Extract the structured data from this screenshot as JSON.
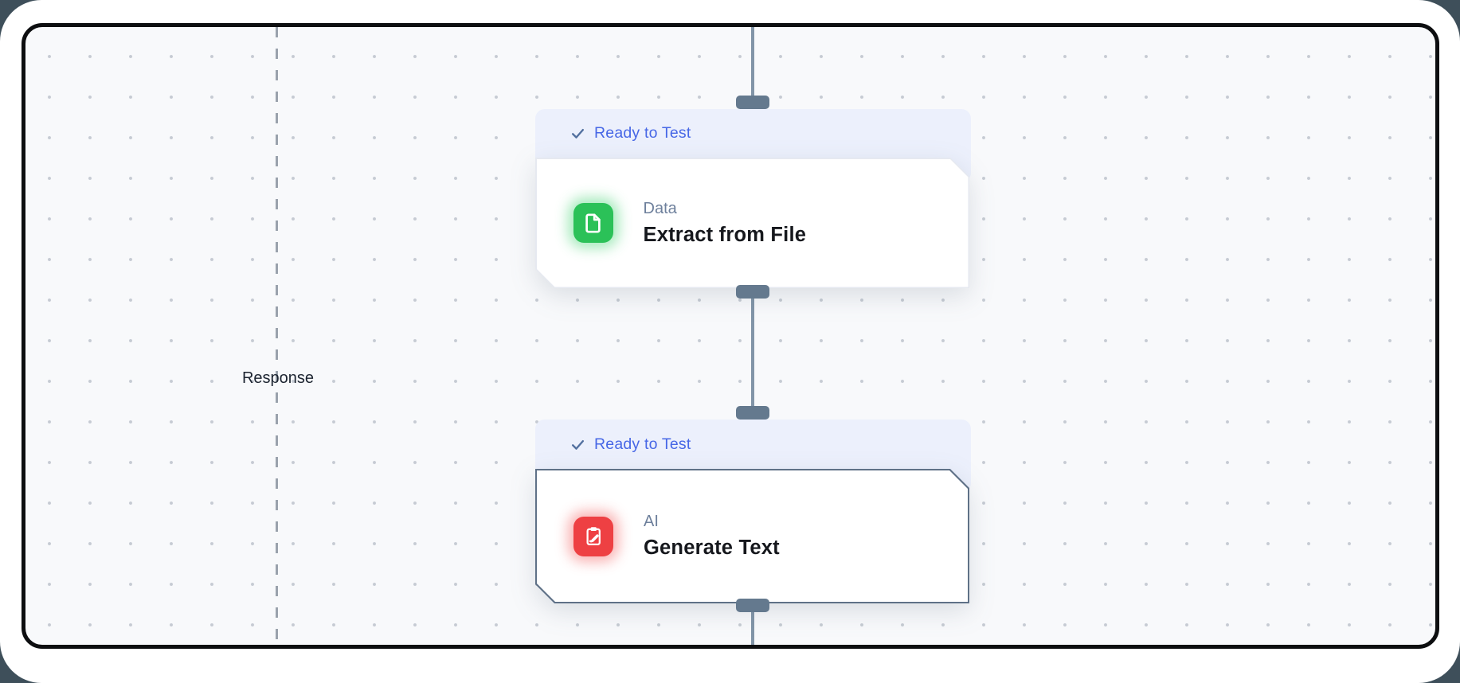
{
  "window": {
    "outer_background": "#3e4f5a",
    "page_background": "#ffffff",
    "frame_border_color": "#0d0e10"
  },
  "canvas": {
    "background": "#f8f9fb",
    "dot_color": "#c6cbd3",
    "divider_label": "Response",
    "divider_line_color": "#9aa2ac"
  },
  "connectors": {
    "line_color": "#8295a8",
    "handle_color": "#64798e"
  },
  "nodes": [
    {
      "status_label": "Ready to Test",
      "status_text_color": "#4767e6",
      "status_bg": "#ecf0fc",
      "category": "Data",
      "title": "Extract from File",
      "icon": "file-icon",
      "icon_color": "#2bc158"
    },
    {
      "status_label": "Ready to Test",
      "status_text_color": "#4767e6",
      "status_bg": "#ecf0fc",
      "category": "AI",
      "title": "Generate Text",
      "icon": "clipboard-pen-icon",
      "icon_color": "#ee4043"
    }
  ]
}
